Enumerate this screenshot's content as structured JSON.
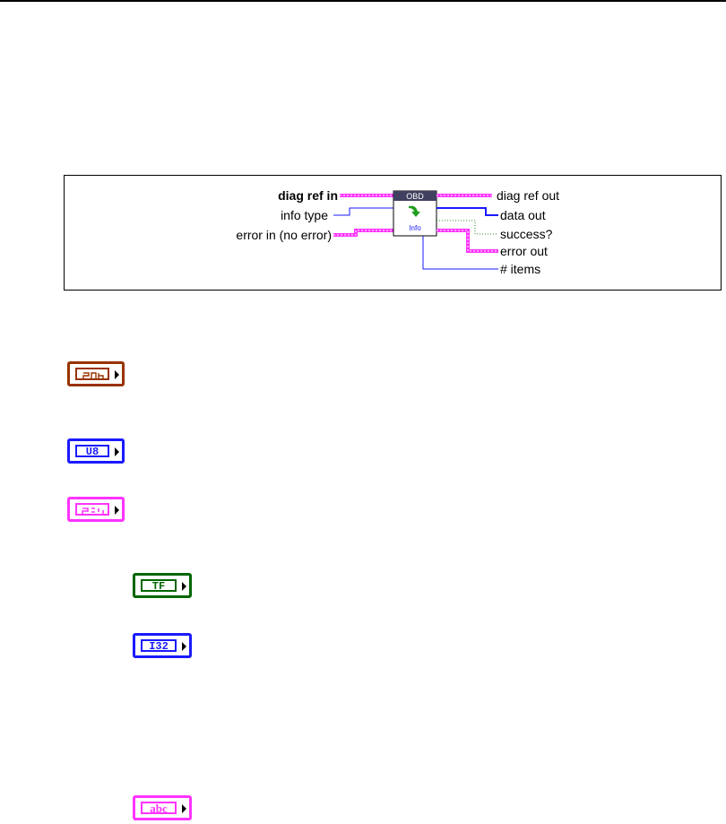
{
  "diagram": {
    "inputs": {
      "diag_ref_in": "diag ref in",
      "info_type": "info type",
      "error_in": "error in (no error)"
    },
    "outputs": {
      "diag_ref_out": "diag ref out",
      "data_out": "data out",
      "success": "success?",
      "error_out": "error out",
      "items": "# items"
    },
    "node": {
      "header": "OBD",
      "caption": "Info"
    },
    "colors": {
      "refnum_wire": "#ff33ff",
      "integer_wire": "#1a1aff",
      "boolean_wire": "#2e8b2e",
      "node_header": "#404060"
    }
  },
  "terminals": [
    {
      "id": "refnum-cluster",
      "label": "",
      "color": "#993300"
    },
    {
      "id": "u8",
      "label": "U8",
      "color": "#1a1aff"
    },
    {
      "id": "error-cluster",
      "label": "",
      "color": "#ff33ff"
    },
    {
      "id": "boolean",
      "label": "TF",
      "color": "#006600"
    },
    {
      "id": "i32",
      "label": "I32",
      "color": "#1a1aff"
    },
    {
      "id": "string",
      "label": "abc",
      "color": "#ff33ff"
    }
  ]
}
